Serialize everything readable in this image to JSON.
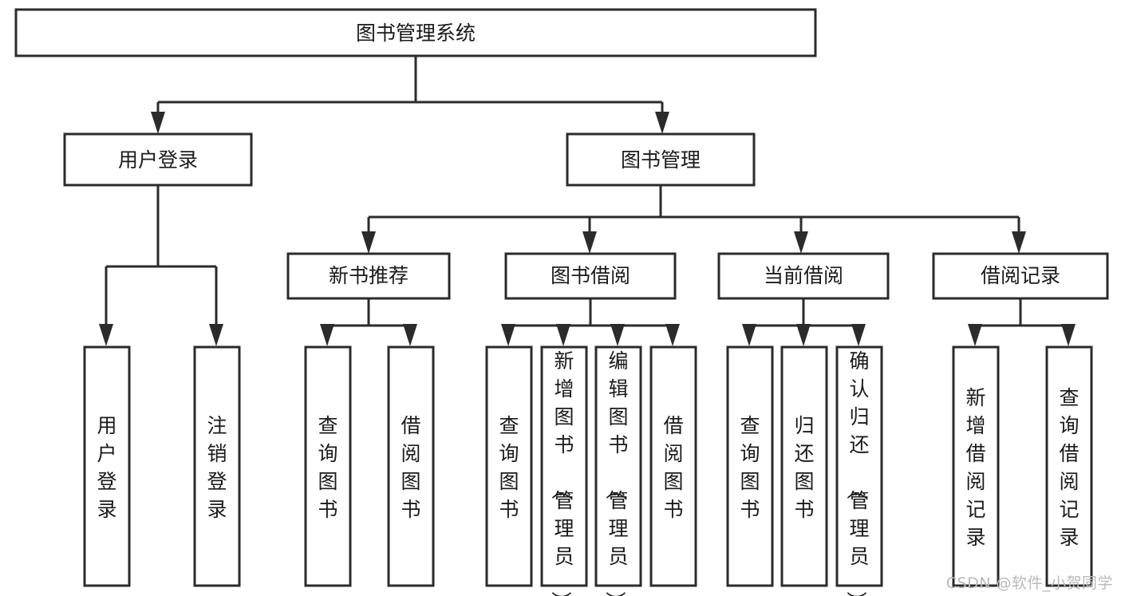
{
  "diagram": {
    "title": "图书管理系统",
    "type": "tree-hierarchy",
    "root": {
      "label": "图书管理系统"
    },
    "level2": [
      {
        "id": "user-login",
        "label": "用户登录"
      },
      {
        "id": "book-management",
        "label": "图书管理"
      }
    ],
    "level3": [
      {
        "id": "new-book-recommend",
        "label": "新书推荐",
        "parent": "book-management"
      },
      {
        "id": "book-borrow",
        "label": "图书借阅",
        "parent": "book-management"
      },
      {
        "id": "current-borrow",
        "label": "当前借阅",
        "parent": "book-management"
      },
      {
        "id": "borrow-record",
        "label": "借阅记录",
        "parent": "book-management"
      }
    ],
    "leaves": [
      {
        "id": "leaf-user-login",
        "label": "用户登录",
        "parent": "user-login"
      },
      {
        "id": "leaf-logout-login",
        "label": "注销登录",
        "parent": "user-login"
      },
      {
        "id": "leaf-query-book-1",
        "label": "查询图书",
        "parent": "new-book-recommend"
      },
      {
        "id": "leaf-borrow-book-1",
        "label": "借阅图书",
        "parent": "new-book-recommend"
      },
      {
        "id": "leaf-query-book-2",
        "label": "查询图书",
        "parent": "book-borrow"
      },
      {
        "id": "leaf-add-book",
        "label": "新增图书（管理员）",
        "parent": "book-borrow"
      },
      {
        "id": "leaf-edit-book",
        "label": "编辑图书（管理员）",
        "parent": "book-borrow"
      },
      {
        "id": "leaf-borrow-book-2",
        "label": "借阅图书",
        "parent": "book-borrow"
      },
      {
        "id": "leaf-query-book-3",
        "label": "查询图书",
        "parent": "current-borrow"
      },
      {
        "id": "leaf-return-book",
        "label": "归还图书",
        "parent": "current-borrow"
      },
      {
        "id": "leaf-confirm-return",
        "label": "确认归还（管理员）",
        "parent": "current-borrow"
      },
      {
        "id": "leaf-add-record",
        "label": "新增借阅记录",
        "parent": "borrow-record"
      },
      {
        "id": "leaf-query-record",
        "label": "查询借阅记录",
        "parent": "borrow-record"
      }
    ],
    "colors": {
      "stroke": "#2b2b2b",
      "fill": "#ffffff",
      "text": "#1a1a1a",
      "watermark": "#b9b9b9"
    }
  },
  "watermark": {
    "text": "CSDN @软件_小贺同学"
  }
}
